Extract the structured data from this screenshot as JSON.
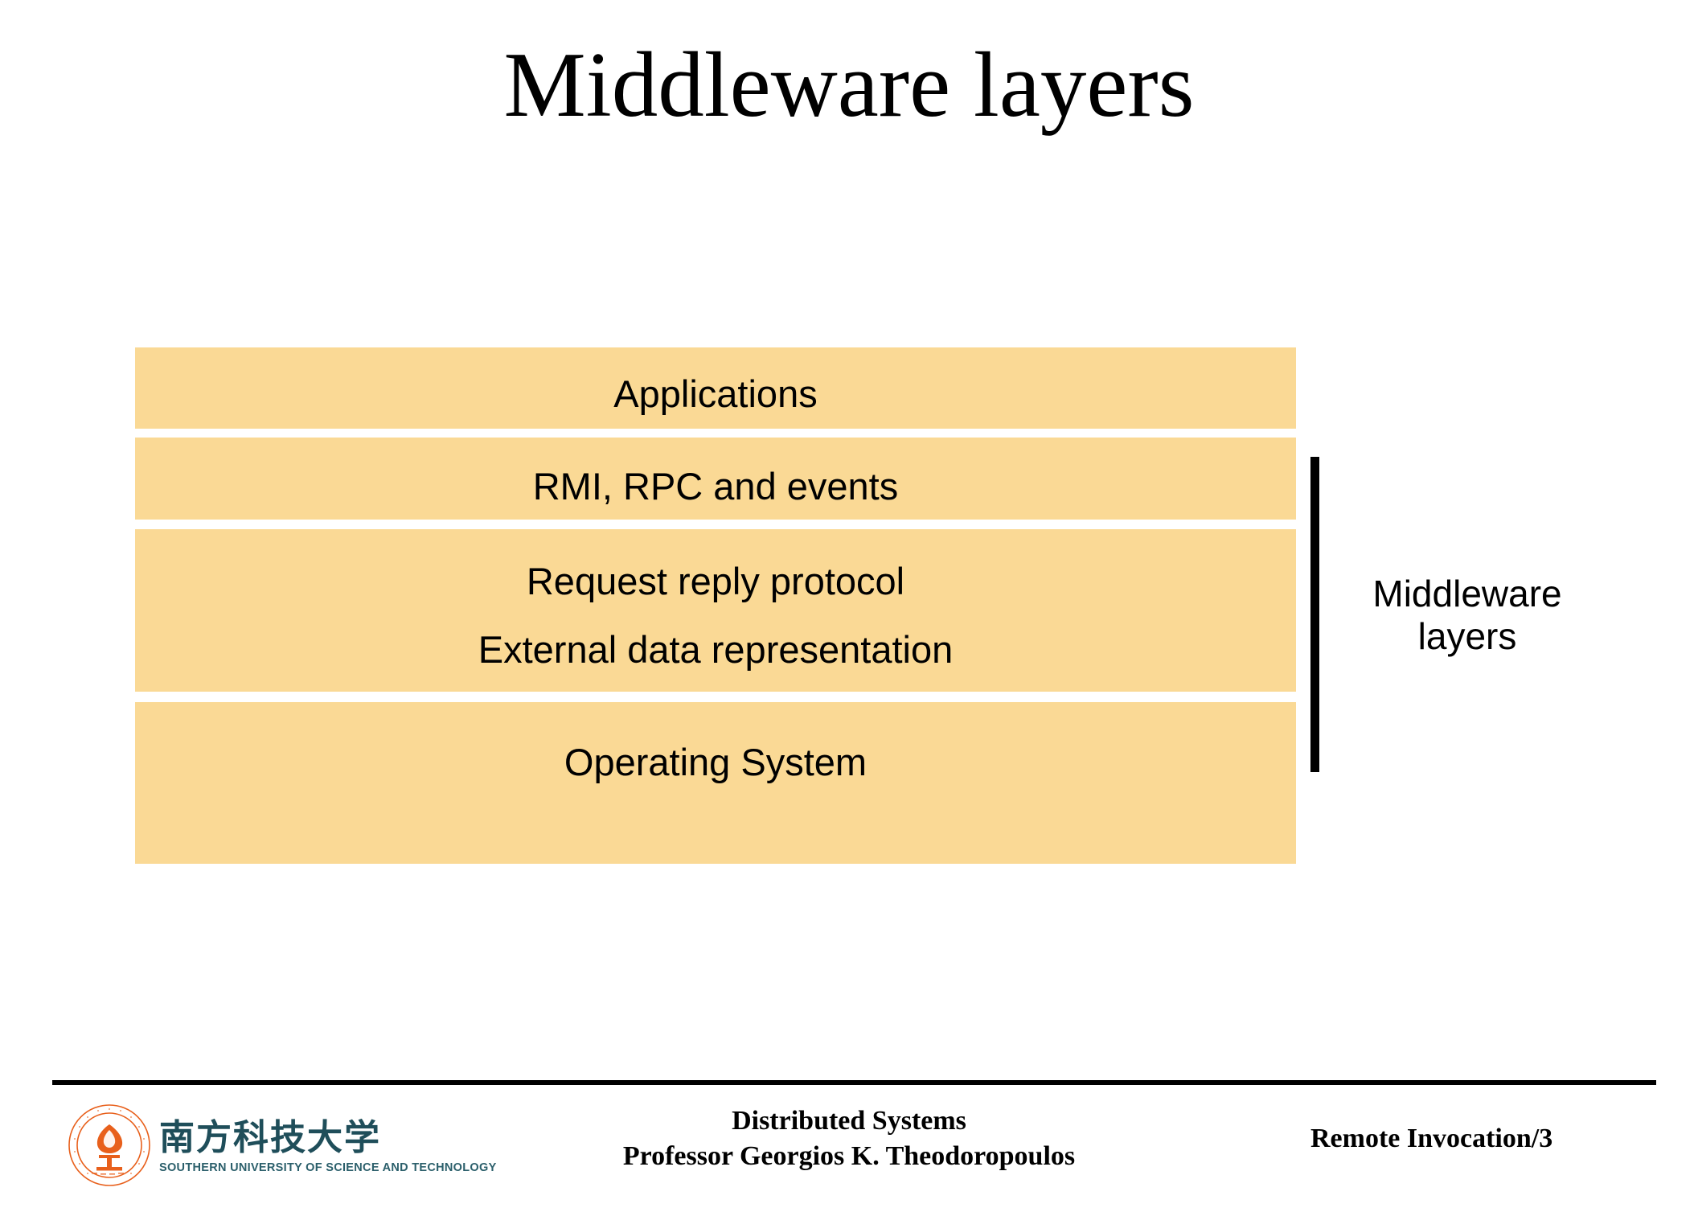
{
  "slide": {
    "title": "Middleware layers",
    "box_fill_color": "#FAD995",
    "text_color": "#000000",
    "background_color": "#FFFFFF"
  },
  "diagram": {
    "layers": [
      {
        "id": "applications",
        "lines": [
          "Applications"
        ]
      },
      {
        "id": "rmi",
        "lines": [
          "RMI, RPC and events"
        ]
      },
      {
        "id": "request",
        "lines": [
          "Request reply protocol",
          "External data representation"
        ]
      },
      {
        "id": "os",
        "lines": [
          "Operating System"
        ]
      }
    ],
    "bracket_caption": {
      "line1": "Middleware",
      "line2": "layers"
    }
  },
  "footer": {
    "logo": {
      "icon": "sustech-torch-seal-icon",
      "chinese_name": "南方科技大学",
      "english_name": "SOUTHERN UNIVERSITY OF SCIENCE AND TECHNOLOGY",
      "seal_color": "#E8601C",
      "wordmark_color": "#1F4E5A"
    },
    "course_line1": "Distributed Systems",
    "course_line2": "Professor  Georgios K. Theodoropoulos",
    "slide_reference": "Remote Invocation/3"
  }
}
